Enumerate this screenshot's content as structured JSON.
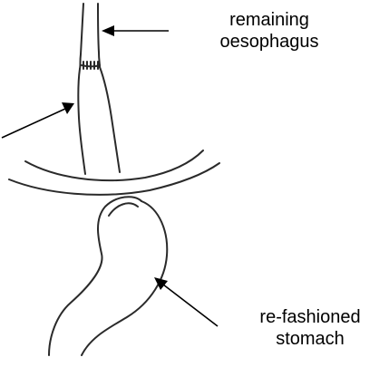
{
  "labels": {
    "remaining_line1": "remaining",
    "remaining_line2": "oesophagus",
    "stomach_line1": "re-fashioned",
    "stomach_line2": "stomach"
  },
  "colors": {
    "ink": "#2a2a2a",
    "text": "#000000",
    "background": "#ffffff"
  }
}
